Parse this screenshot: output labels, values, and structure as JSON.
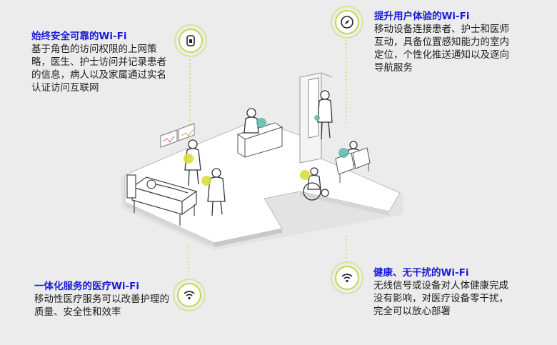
{
  "callouts": {
    "secure": {
      "title": "始终安全可靠的Wi-Fi",
      "body": "基于角色的访问权限的上网策略，医生、护士访问并记录患者的信息，病人以及家属通过实名认证访问互联网"
    },
    "experience": {
      "title": "提升用户体验的Wi-Fi",
      "body": "移动设备连接患者、护士和医师互动，具备位置感知能力的室内定位，个性化推送通知以及逐向导航服务"
    },
    "integrated": {
      "title": "一体化服务的医疗Wi-Fi",
      "body": "移动性医疗服务可以改善护理的质量、安全性和效率"
    },
    "healthy": {
      "title": "健康、无干扰的Wi-Fi",
      "body": "无线信号或设备对人体健康完成没有影响，对医疗设备零干扰，完全可以放心部署"
    }
  },
  "icons": {
    "secure": "shield-lock-icon",
    "experience": "compass-icon",
    "integrated": "wifi-icon",
    "healthy": "wifi-icon"
  },
  "colors": {
    "title_blue": "#1b1bd8",
    "badge_ring": "#c5d64a",
    "device_teal": "#5fb8b0",
    "device_yellow": "#d7df3a",
    "floor": "#ffffff",
    "line_art": "#555555"
  }
}
